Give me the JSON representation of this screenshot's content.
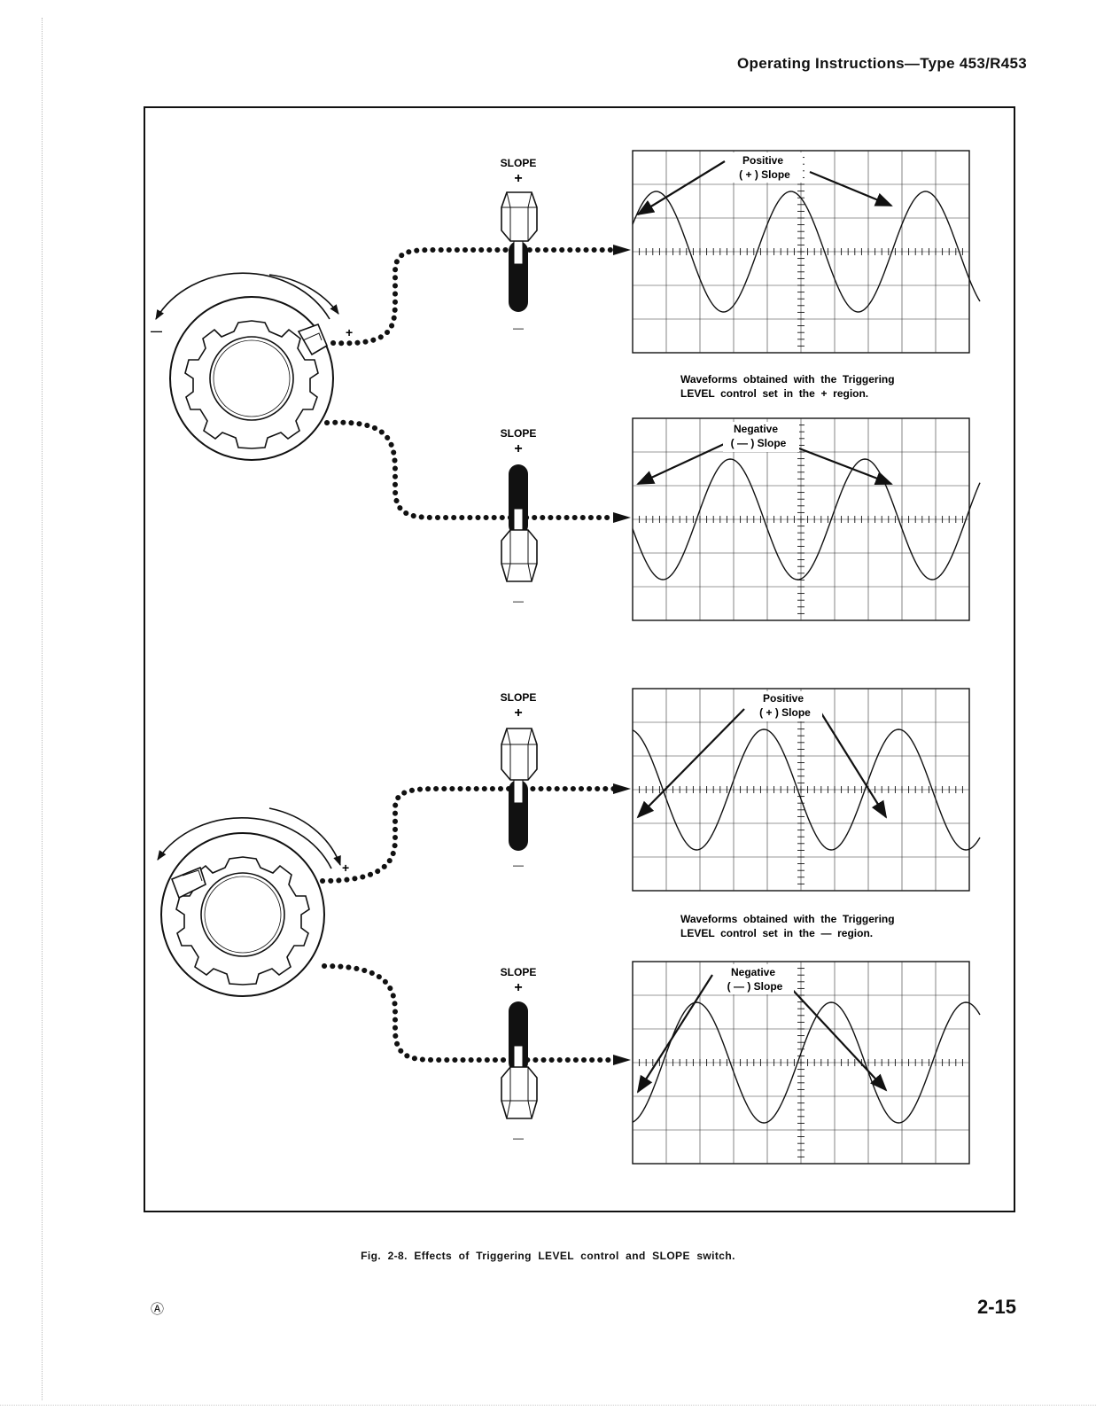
{
  "header": {
    "title": "Operating Instructions—Type 453/R453"
  },
  "figure": {
    "panels": [
      {
        "slope_label": "SLOPE",
        "plus": "+",
        "minus": "—",
        "scope_label_1": "Positive",
        "scope_label_2": "( + )  Slope"
      },
      {
        "slope_label": "SLOPE",
        "plus": "+",
        "minus": "—",
        "scope_label_1": "Negative",
        "scope_label_2": "( — )  Slope"
      },
      {
        "slope_label": "SLOPE",
        "plus": "+",
        "minus": "—",
        "scope_label_1": "Positive",
        "scope_label_2": "( + )  Slope"
      },
      {
        "slope_label": "SLOPE",
        "plus": "+",
        "minus": "—",
        "scope_label_1": "Negative",
        "scope_label_2": "( — )  Slope"
      }
    ],
    "knobs": [
      {
        "plus": "+",
        "minus": "—"
      },
      {
        "plus": "+",
        "minus": ""
      }
    ],
    "notes": [
      {
        "line1": "Waveforms  obtained  with  the  Triggering",
        "line2": "LEVEL  control  set  in  the  +  region."
      },
      {
        "line1": "Waveforms  obtained  with  the  Triggering",
        "line2": "LEVEL  control  set  in  the  —  region."
      }
    ]
  },
  "caption": "Fig.  2-8.  Effects  of  Triggering  LEVEL  control  and  SLOPE  switch.",
  "footer": {
    "mark": "Ⓐ",
    "page": "2-15"
  }
}
